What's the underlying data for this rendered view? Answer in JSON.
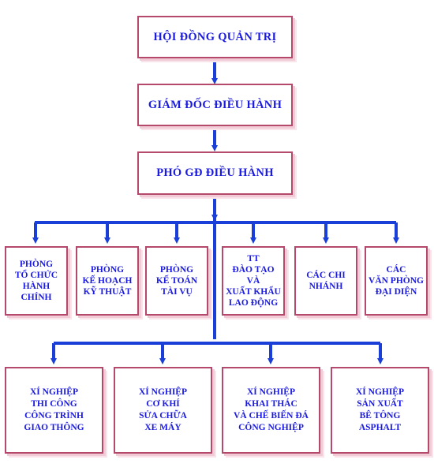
{
  "colors": {
    "text": "#1a1ae0",
    "box_border": "#b5496b",
    "connector": "#1a3fd9"
  },
  "org_chart": {
    "board": "HỘI ĐỒNG QUẢN TRỊ",
    "ceo": "GIÁM ĐỐC ĐIỀU HÀNH",
    "deputy": "PHÓ GĐ ĐIỀU HÀNH",
    "departments": [
      "PHÒNG\nTỔ CHỨC\nHÀNH\nCHÍNH",
      "PHÒNG\nKẾ HOẠCH\nKỸ THUẬT",
      "PHÒNG\nKẾ TOÁN\nTÀI VỤ",
      "TT\nĐÀO TẠO\nVÀ\nXUẤT KHẨU\nLAO ĐỘNG",
      "CÁC CHI\nNHÁNH",
      "CÁC\nVĂN PHÒNG\nĐẠI DIỆN"
    ],
    "enterprises": [
      "XÍ NGHIỆP\nTHI CÔNG\nCÔNG TRÌNH\nGIAO THÔNG",
      "XÍ  NGHIỆP\nCƠ KHÍ\nSỬA CHỮA\nXE MÁY",
      "XÍ NGHIỆP\nKHAI THÁC\nVÀ CHẾ BIẾN ĐÁ\nCÔNG NGHIỆP",
      "XÍ NGHIỆP\nSẢN XUẤT\nBÊ TÔNG\nASPHALT"
    ]
  }
}
